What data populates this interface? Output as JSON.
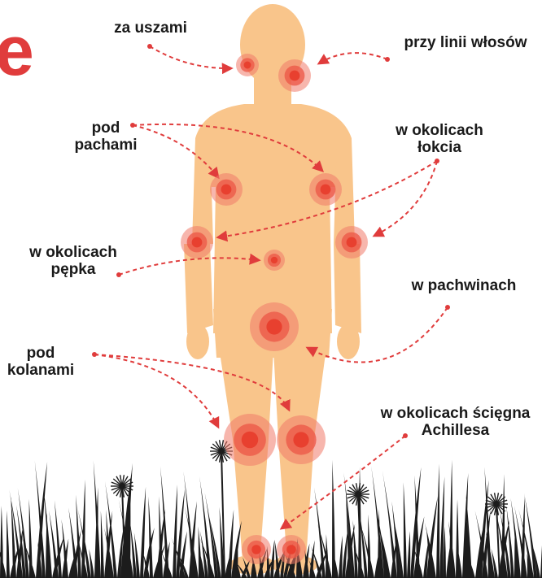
{
  "title_fragment": "e",
  "colors": {
    "body": "#f9c58b",
    "spot": "#e8402f",
    "spot_halo": "#f07a6a",
    "arrow": "#e03c3c",
    "label": "#1a1a1a",
    "grass": "#1c1c1c"
  },
  "icons": {
    "body": "human-silhouette",
    "spot": "tick-spot",
    "grass": "grass-and-flowers"
  },
  "labels": {
    "behind_ears": [
      "za uszami"
    ],
    "hairline": [
      "przy linii włosów"
    ],
    "armpits": [
      "pod",
      "pachami"
    ],
    "elbows": [
      "w okolicach",
      "łokcia"
    ],
    "navel": [
      "w okolicach",
      "pępka"
    ],
    "groin": [
      "w pachwinach"
    ],
    "knees": [
      "pod",
      "kolanami"
    ],
    "achilles": [
      "w okolicach ścięgna",
      "Achillesa"
    ]
  }
}
